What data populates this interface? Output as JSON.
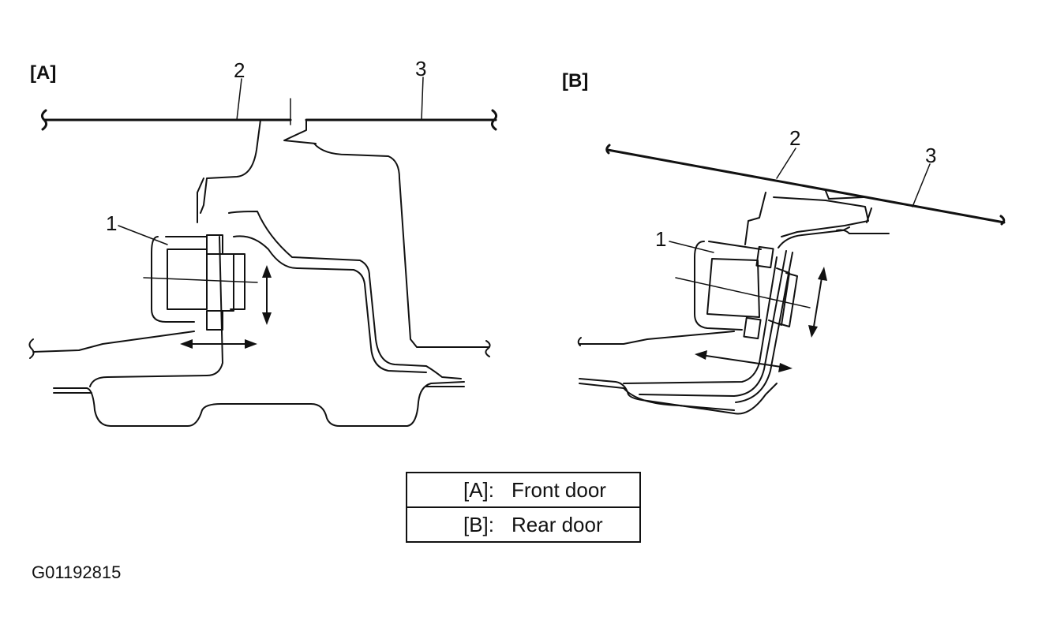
{
  "panels": [
    {
      "id": "A",
      "label": "[A]"
    },
    {
      "id": "B",
      "label": "[B]"
    }
  ],
  "callouts": {
    "A": [
      "1",
      "2",
      "3"
    ],
    "B": [
      "1",
      "2",
      "3"
    ]
  },
  "legend": [
    {
      "key": "[A]:",
      "value": "Front door"
    },
    {
      "key": "[B]:",
      "value": "Rear door"
    }
  ],
  "figure_code": "G01192815"
}
